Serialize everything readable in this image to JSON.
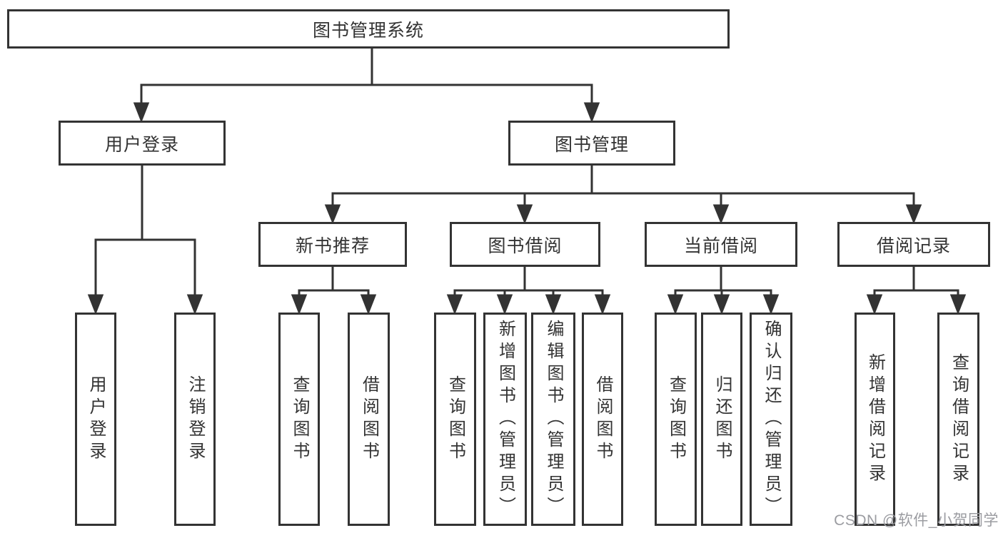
{
  "colors": {
    "line": "#333333",
    "node_border": "#333333",
    "node_text": "#333333",
    "background": "#ffffff",
    "watermark": "#9b9ca1"
  },
  "watermark": {
    "text": "CSDN @软件_小贺同学"
  },
  "tree": {
    "root": "图书管理系统",
    "children": [
      {
        "label": "用户登录",
        "children": [
          "用户登录",
          "注销登录"
        ]
      },
      {
        "label": "图书管理",
        "children": [
          {
            "label": "新书推荐",
            "children": [
              "查询图书",
              "借阅图书"
            ]
          },
          {
            "label": "图书借阅",
            "children": [
              "查询图书",
              "新增图书（管理员）",
              "编辑图书（管理员）",
              "借阅图书"
            ]
          },
          {
            "label": "当前借阅",
            "children": [
              "查询图书",
              "归还图书",
              "确认归还（管理员）"
            ]
          },
          {
            "label": "借阅记录",
            "children": [
              "新增借阅记录",
              "查询借阅记录"
            ]
          }
        ]
      }
    ]
  }
}
